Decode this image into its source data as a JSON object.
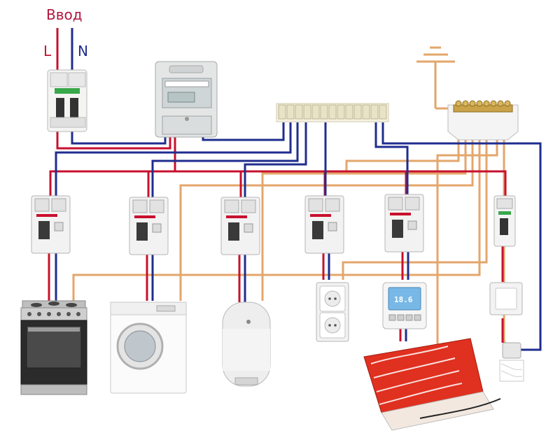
{
  "input_label": "Ввод",
  "line_label": "L",
  "neutral_label": "N",
  "thermostat_display": "18.6",
  "colors": {
    "phase": "#c8102e",
    "neutral": "#1f2d8f",
    "ground": "#e3a66b",
    "label_input": "#b0173f",
    "label_line": "#c8102e",
    "label_neutral": "#1f2d8f"
  },
  "components": [
    "main-breaker",
    "electric-meter",
    "terminal-block",
    "ground-bus-bar",
    "rcbo-stove",
    "rcbo-washer",
    "rcbo-water-heater",
    "rcbo-sockets",
    "rcbo-floor-heating",
    "lighting-breaker",
    "gas-stove",
    "washing-machine",
    "water-heater",
    "double-socket",
    "thermostat",
    "heating-mat",
    "light-switch",
    "cfl-bulb"
  ]
}
